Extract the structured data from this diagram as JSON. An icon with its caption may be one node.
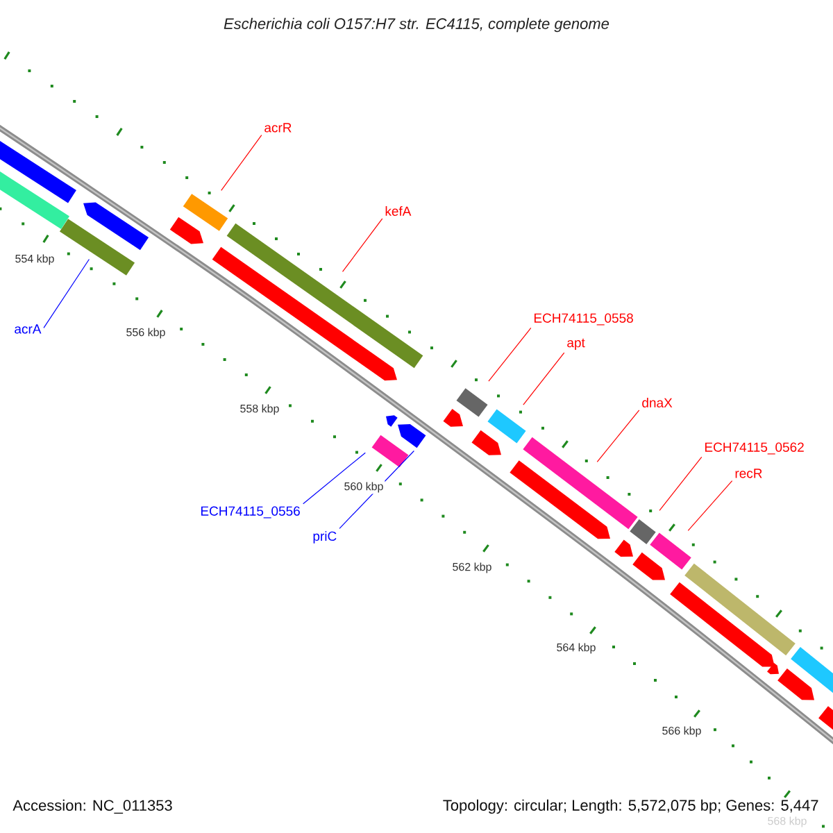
{
  "diagram": {
    "title": "Escherichia coli O157:H7 str. EC4115, complete genome",
    "nodes": [
      {
        "text": [
          "acrR"
        ]
      },
      {
        "text": [],
        "shape": "bar"
      },
      {
        "text": [
          "kefA"
        ]
      },
      {
        "text": [],
        "shape": "bar"
      },
      {
        "text": [
          "acrA"
        ]
      },
      {
        "text": [],
        "shape": "bar"
      },
      {
        "text": [
          "ECH74115_0558"
        ]
      },
      {
        "text": [],
        "shape": "bar"
      },
      {
        "text": [
          "apt"
        ]
      },
      {
        "text": [],
        "shape": "bar"
      },
      {
        "text": [
          "dnaX"
        ]
      },
      {
        "text": [],
        "shape": "bar"
      },
      {
        "text": [
          "ECH74115_0556"
        ]
      },
      {
        "text": [],
        "shape": "bar"
      },
      {
        "text": [
          "priC"
        ]
      },
      {
        "text": [],
        "shape": "arrow"
      },
      {
        "text": [
          "ECH74115_0562"
        ]
      },
      {
        "text": [],
        "shape": "bar"
      },
      {
        "text": [
          "recR"
        ]
      },
      {
        "text": [],
        "shape": "bar"
      },
      {
        "text": [],
        "shape": "bar"
      },
      {
        "text": [],
        "shape": "bar"
      },
      {
        "text": [],
        "shape": "arrow"
      },
      {
        "text": [],
        "shape": "arrow"
      },
      {
        "text": [],
        "shape": "arrow"
      },
      {
        "text": [],
        "shape": "arrow"
      },
      {
        "text": [],
        "shape": "arrow"
      },
      {
        "text": [],
        "shape": "arrow"
      },
      {
        "text": [],
        "shape": "arrow"
      },
      {
        "text": [],
        "shape": "arrow"
      },
      {
        "text": [],
        "shape": "arrow"
      },
      {
        "text": [],
        "shape": "arrow"
      },
      {
        "text": [],
        "shape": "bar"
      },
      {
        "text": [],
        "shape": "arrow"
      },
      {
        "text": [],
        "shape": "arrow"
      },
      {
        "text": [],
        "shape": "bar"
      },
      {
        "text": [],
        "shape": "arrow"
      }
    ],
    "edges": [
      {
        "from": 0,
        "to": 1,
        "arrow": "none"
      },
      {
        "from": 2,
        "to": 3,
        "arrow": "none"
      },
      {
        "from": 4,
        "to": 5,
        "arrow": "none",
        "color": "#0000ff"
      },
      {
        "from": 6,
        "to": 7,
        "arrow": "none"
      },
      {
        "from": 8,
        "to": 9,
        "arrow": "none"
      },
      {
        "from": 10,
        "to": 11,
        "arrow": "none"
      },
      {
        "from": 12,
        "to": 13,
        "arrow": "none",
        "color": "#0000ff"
      },
      {
        "from": 14,
        "to": 15,
        "arrow": "none",
        "color": "#0000ff"
      },
      {
        "from": 16,
        "to": 17,
        "arrow": "none"
      },
      {
        "from": 18,
        "to": 19,
        "arrow": "none"
      }
    ],
    "labels": [
      "554 kbp",
      "556 kbp",
      "558 kbp",
      "560 kbp",
      "562 kbp",
      "564 kbp",
      "566 kbp",
      "568 kbp",
      "Accession: NC_011353",
      "Topology: circular; Length: 5,572,075 bp; Genes: 5,447"
    ]
  }
}
